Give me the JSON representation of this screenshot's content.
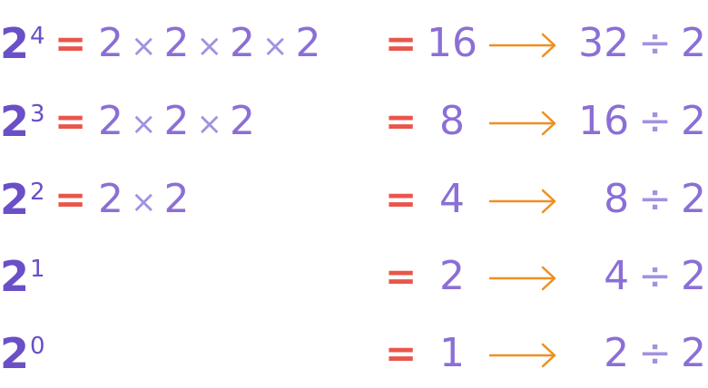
{
  "base": "2",
  "equals_symbol": "=",
  "times_symbol": "×",
  "divide_symbol": "÷",
  "colors": {
    "power": "#6a4fc7",
    "equals": "#e8564b",
    "numbers": "#8b6fd6",
    "arrow": "#ef8f1f"
  },
  "rows": [
    {
      "exponent": "4",
      "factors": [
        "2",
        "2",
        "2",
        "2"
      ],
      "result": "16",
      "dividend": "32",
      "divisor": "2"
    },
    {
      "exponent": "3",
      "factors": [
        "2",
        "2",
        "2"
      ],
      "result": "8",
      "dividend": "16",
      "divisor": "2"
    },
    {
      "exponent": "2",
      "factors": [
        "2",
        "2"
      ],
      "result": "4",
      "dividend": "8",
      "divisor": "2"
    },
    {
      "exponent": "1",
      "factors": [],
      "result": "2",
      "dividend": "4",
      "divisor": "2"
    },
    {
      "exponent": "0",
      "factors": [],
      "result": "1",
      "dividend": "2",
      "divisor": "2"
    }
  ]
}
